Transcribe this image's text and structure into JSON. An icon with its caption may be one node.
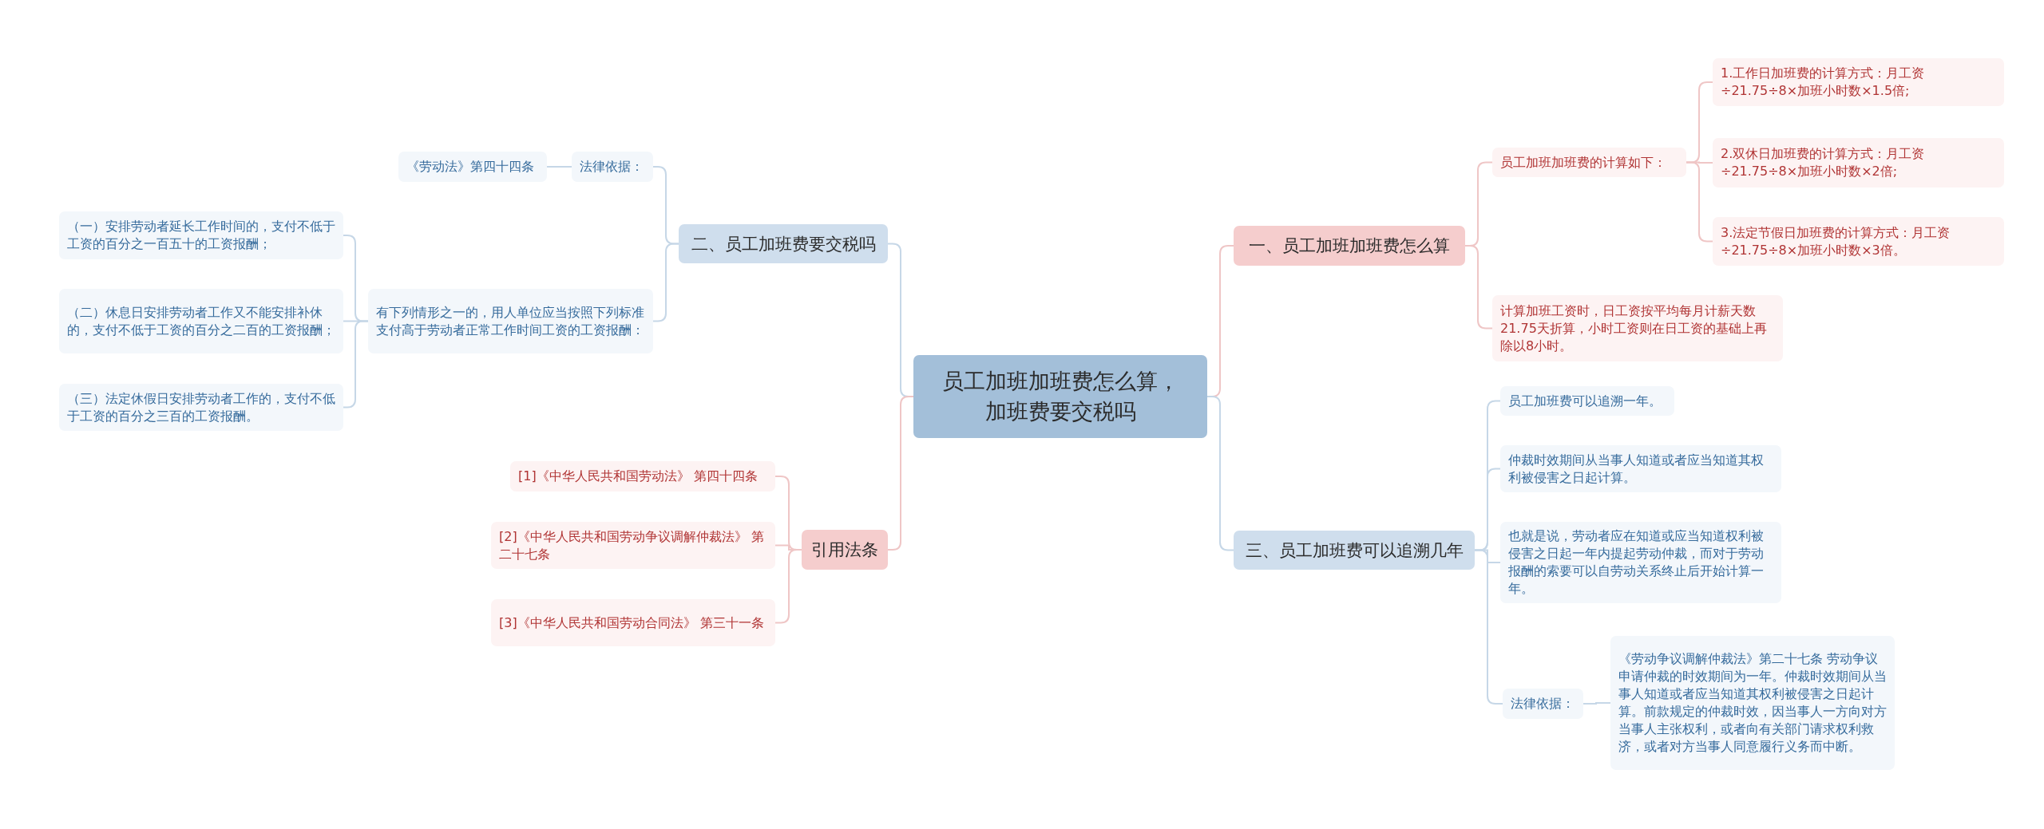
{
  "diagram": {
    "nodes": [
      {
        "text": [
          "员工加班加班费怎么算，加班费要交税吗"
        ]
      },
      {
        "text": [
          "一、员工加班加班费怎么算"
        ]
      },
      {
        "text": [
          "员工加班加班费的计算如下："
        ]
      },
      {
        "text": [
          "1.工作日加班费的计算方式：月工资÷21.75÷8×加班小时数×1.5倍;"
        ]
      },
      {
        "text": [
          "2.双休日加班费的计算方式：月工资÷21.75÷8×加班小时数×2倍;"
        ]
      },
      {
        "text": [
          "3.法定节假日加班费的计算方式：月工资÷21.75÷8×加班小时数×3倍。"
        ]
      },
      {
        "text": [
          "计算加班工资时，日工资按平均每月计薪天数21.75天折算，小时工资则在日工资的基础上再除以8小时。"
        ]
      },
      {
        "text": [
          "三、员工加班费可以追溯几年"
        ]
      },
      {
        "text": [
          "员工加班费可以追溯一年。"
        ]
      },
      {
        "text": [
          "仲裁时效期间从当事人知道或者应当知道其权利被侵害之日起计算。"
        ]
      },
      {
        "text": [
          "也就是说，劳动者应在知道或应当知道权利被侵害之日起一年内提起劳动仲裁，而对于劳动报酬的索要可以自劳动关系终止后开始计算一年。"
        ]
      },
      {
        "text": [
          "法律依据："
        ]
      },
      {
        "text": [
          "《劳动争议调解仲裁法》第二十七条 劳动争议申请仲裁的时效期间为一年。仲裁时效期间从当事人知道或者应当知道其权利被侵害之日起计算。前款规定的仲裁时效，因当事人一方向对方当事人主张权利，或者向有关部门请求权利救济，或者对方当事人同意履行义务而中断。"
        ]
      },
      {
        "text": [
          "二、员工加班费要交税吗"
        ]
      },
      {
        "text": [
          "法律依据："
        ]
      },
      {
        "text": [
          "《劳动法》第四十四条"
        ]
      },
      {
        "text": [
          "有下列情形之一的，用人单位应当按照下列标准支付高于劳动者正常工作时间工资的工资报酬："
        ]
      },
      {
        "text": [
          "（一）安排劳动者延长工作时间的，支付不低于工资的百分之一百五十的工资报酬；"
        ]
      },
      {
        "text": [
          "（二）休息日安排劳动者工作又不能安排补休的，支付不低于工资的百分之二百的工资报酬；"
        ]
      },
      {
        "text": [
          "（三）法定休假日安排劳动者工作的，支付不低于工资的百分之三百的工资报酬。"
        ]
      },
      {
        "text": [
          "引用法条"
        ]
      },
      {
        "text": [
          "[1]《中华人民共和国劳动法》 第四十四条"
        ]
      },
      {
        "text": [
          "[2]《中华人民共和国劳动争议调解仲裁法》 第二十七条"
        ]
      },
      {
        "text": [
          "[3]《中华人民共和国劳动合同法》 第三十一条"
        ]
      }
    ],
    "edges": [
      {
        "from": 0,
        "to": 1,
        "arrow": "none",
        "color": "#efc6c6"
      },
      {
        "from": 1,
        "to": 2,
        "arrow": "none",
        "color": "#efc6c6"
      },
      {
        "from": 2,
        "to": 3,
        "arrow": "none",
        "color": "#efc6c6"
      },
      {
        "from": 2,
        "to": 4,
        "arrow": "none",
        "color": "#efc6c6"
      },
      {
        "from": 2,
        "to": 5,
        "arrow": "none",
        "color": "#efc6c6"
      },
      {
        "from": 1,
        "to": 6,
        "arrow": "none",
        "color": "#efc6c6"
      },
      {
        "from": 0,
        "to": 7,
        "arrow": "none"
      },
      {
        "from": 7,
        "to": 8,
        "arrow": "none"
      },
      {
        "from": 7,
        "to": 9,
        "arrow": "none"
      },
      {
        "from": 7,
        "to": 10,
        "arrow": "none"
      },
      {
        "from": 7,
        "to": 11,
        "arrow": "none"
      },
      {
        "from": 11,
        "to": 12,
        "arrow": "none"
      },
      {
        "from": 0,
        "to": 13,
        "arrow": "none"
      },
      {
        "from": 13,
        "to": 14,
        "arrow": "none"
      },
      {
        "from": 14,
        "to": 15,
        "arrow": "none"
      },
      {
        "from": 13,
        "to": 16,
        "arrow": "none"
      },
      {
        "from": 16,
        "to": 17,
        "arrow": "none"
      },
      {
        "from": 16,
        "to": 18,
        "arrow": "none"
      },
      {
        "from": 16,
        "to": 19,
        "arrow": "none"
      },
      {
        "from": 0,
        "to": 20,
        "arrow": "none",
        "color": "#efc6c6"
      },
      {
        "from": 20,
        "to": 21,
        "arrow": "none",
        "color": "#efc6c6"
      },
      {
        "from": 20,
        "to": 22,
        "arrow": "none",
        "color": "#efc6c6"
      },
      {
        "from": 20,
        "to": 23,
        "arrow": "none",
        "color": "#efc6c6"
      }
    ]
  }
}
